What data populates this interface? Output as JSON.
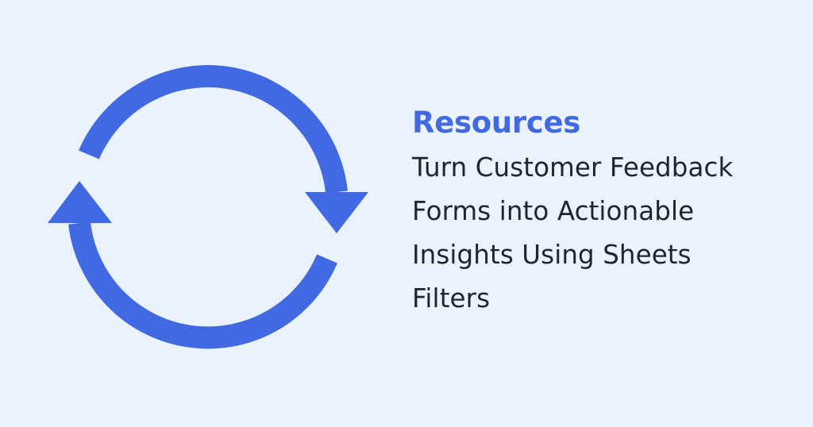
{
  "colors": {
    "background": "#EAF2FF",
    "accent": "#4169E1",
    "text": "#1E2433"
  },
  "icon": {
    "name": "refresh-cycle-icon",
    "description": "two circular arrows forming a cycle"
  },
  "banner": {
    "eyebrow": "Resources",
    "headline_lines": [
      "Turn Customer Feedback",
      "Forms into Actionable",
      "Insights Using Sheets",
      "Filters"
    ]
  }
}
